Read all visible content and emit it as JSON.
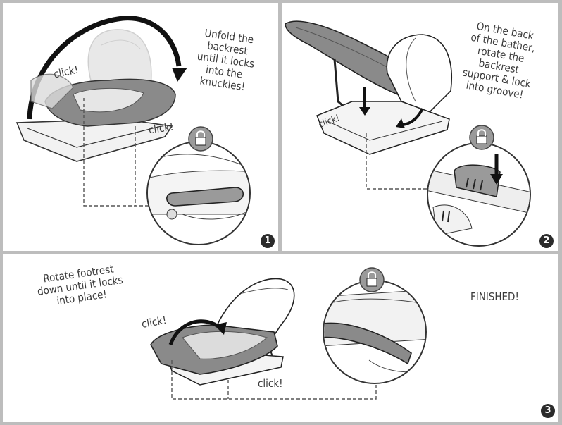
{
  "panels": [
    {
      "instruction_lines": [
        "Unfold the",
        "backrest",
        "until it locks",
        "into the",
        "knuckles!"
      ],
      "click_labels": [
        "click!",
        "click!"
      ],
      "step_number": "1"
    },
    {
      "instruction_lines": [
        "On the back",
        "of the bather,",
        "rotate the",
        "backrest",
        "support & lock",
        "into groove!"
      ],
      "click_labels": [
        "click!"
      ],
      "step_number": "2"
    },
    {
      "instruction_lines": [
        "Rotate footrest",
        "down until it locks",
        "into place!"
      ],
      "click_labels": [
        "click!",
        "click!"
      ],
      "status_text": "FINISHED!",
      "step_number": "3"
    }
  ],
  "icons": [
    "lock-icon",
    "arrow-icon"
  ],
  "colors": {
    "border": "#bdbdbd",
    "seat_dark": "#8a8a8a",
    "seat_light": "#d9d9d9",
    "line": "#333333"
  }
}
